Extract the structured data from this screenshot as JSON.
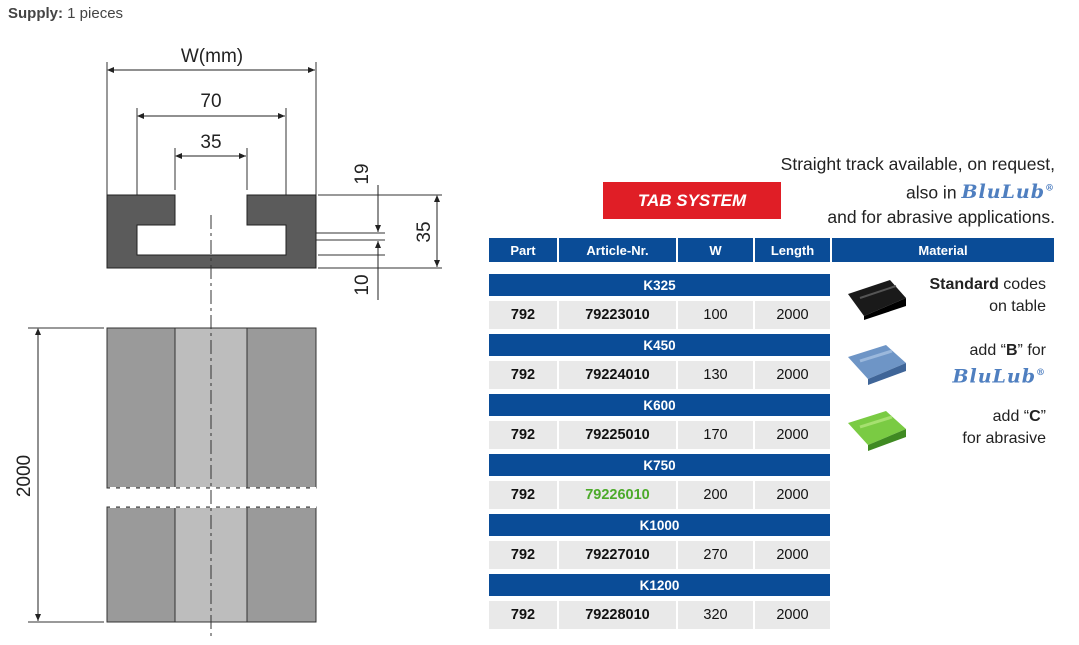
{
  "supply": {
    "label": "Supply:",
    "value": "1 pieces"
  },
  "drawing": {
    "dim_w": "W(mm)",
    "dim_70": "70",
    "dim_35_top": "35",
    "dim_19": "19",
    "dim_35_side": "35",
    "dim_10": "10",
    "dim_2000": "2000"
  },
  "note": {
    "line1": "Straight track available, on request,",
    "line2_prefix": "also in",
    "brand": "BluLub",
    "reg": "®",
    "line3": "and for abrasive applications."
  },
  "tab_system": "TAB SYSTEM",
  "table": {
    "headers": [
      "Part",
      "Article-Nr.",
      "W",
      "Length"
    ],
    "material_header": "Material",
    "groups": [
      {
        "name": "K325",
        "part": "792",
        "article": "79223010",
        "w": "100",
        "length": "2000"
      },
      {
        "name": "K450",
        "part": "792",
        "article": "79224010",
        "w": "130",
        "length": "2000"
      },
      {
        "name": "K600",
        "part": "792",
        "article": "79225010",
        "w": "170",
        "length": "2000"
      },
      {
        "name": "K750",
        "part": "792",
        "article": "79226010",
        "w": "200",
        "length": "2000"
      },
      {
        "name": "K1000",
        "part": "792",
        "article": "79227010",
        "w": "270",
        "length": "2000"
      },
      {
        "name": "K1200",
        "part": "792",
        "article": "79228010",
        "w": "320",
        "length": "2000"
      }
    ],
    "highlight_color": "#4caa2a"
  },
  "materials": {
    "standard": {
      "bold": "Standard",
      "rest": "codes",
      "line2": "on table",
      "color": "#1a1a1a"
    },
    "blulub": {
      "prefix": "add “",
      "code": "B",
      "suffix": "” for",
      "brand": "BluLub",
      "reg": "®",
      "color": "#5d86b8"
    },
    "abrasive": {
      "prefix": "add “",
      "code": "C",
      "suffix": "”",
      "line2": "for abrasive",
      "color": "#6cbf3a"
    }
  },
  "colors": {
    "header_blue": "#0a4c97",
    "badge_red": "#e01e26",
    "cell_gray": "#e9e9e9"
  }
}
